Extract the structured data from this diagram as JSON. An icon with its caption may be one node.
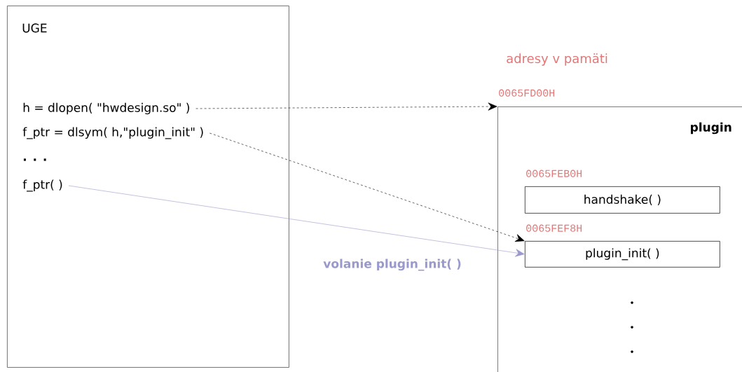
{
  "diagram": {
    "nodes": [
      {
        "text": [
          "UGE"
        ]
      },
      {
        "text": [
          "h = dlopen( \"hwdesign.so\" )"
        ],
        "in": 0
      },
      {
        "text": [
          "f_ptr = dlsym( h,\"plugin_init\" )"
        ],
        "in": 0
      },
      {
        "text": [
          "f_ptr( )"
        ],
        "in": 0
      },
      {
        "text": [
          "plugin"
        ],
        "beside": [
          "0065FD00H"
        ]
      },
      {
        "text": [
          "handshake( )"
        ],
        "in": 4,
        "beside": [
          "0065FEB0H"
        ]
      },
      {
        "text": [
          "plugin_init( )"
        ],
        "in": 4,
        "beside": [
          "0065FEF8H"
        ]
      }
    ],
    "edges": [
      {
        "from": 1,
        "to": 4,
        "arrow": "to",
        "style": "dashed"
      },
      {
        "from": 2,
        "to": 6,
        "arrow": "to",
        "style": "dashed"
      },
      {
        "from": 3,
        "to": 6,
        "arrow": "to",
        "color": "#9999cc",
        "label": "volanie plugin_init( )"
      }
    ],
    "labels": [
      "adresy v pamäti",
      ". . ."
    ]
  }
}
